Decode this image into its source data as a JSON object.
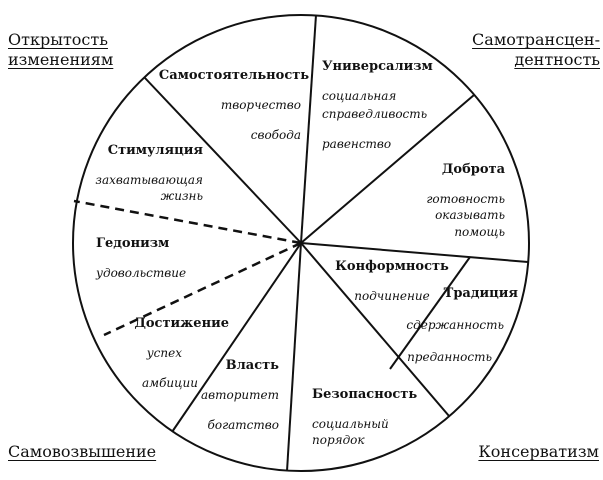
{
  "corners": {
    "top_left": [
      "Открытость",
      "изменениям"
    ],
    "top_right": [
      "Самотрансцен-",
      "дентность"
    ],
    "bottom_left": "Самовозвышение",
    "bottom_right": "Консерватизм"
  },
  "sectors": {
    "self_direction": {
      "title": "Самостоятельность",
      "items": [
        "творчество",
        "свобода"
      ]
    },
    "universalism": {
      "title": "Универсализм",
      "items": [
        "социальная",
        "справедливость",
        "равенство"
      ]
    },
    "benevolence": {
      "title": "Доброта",
      "items": [
        "готовность",
        "оказывать",
        "помощь"
      ]
    },
    "conformity": {
      "title": "Конформность",
      "items": [
        "подчинение"
      ]
    },
    "tradition": {
      "title": "Традиция",
      "items": [
        "сдержанность",
        "преданность"
      ]
    },
    "security": {
      "title": "Безопасность",
      "items": [
        "социальный",
        "порядок"
      ]
    },
    "power": {
      "title": "Власть",
      "items": [
        "авторитет",
        "богатство"
      ]
    },
    "achievement": {
      "title": "Достижение",
      "items": [
        "успех",
        "амбиции"
      ]
    },
    "hedonism": {
      "title": "Гедонизм",
      "items": [
        "удовольствие"
      ]
    },
    "stimulation": {
      "title": "Стимуляция",
      "items": [
        "захватывающая",
        "жизнь"
      ]
    }
  }
}
